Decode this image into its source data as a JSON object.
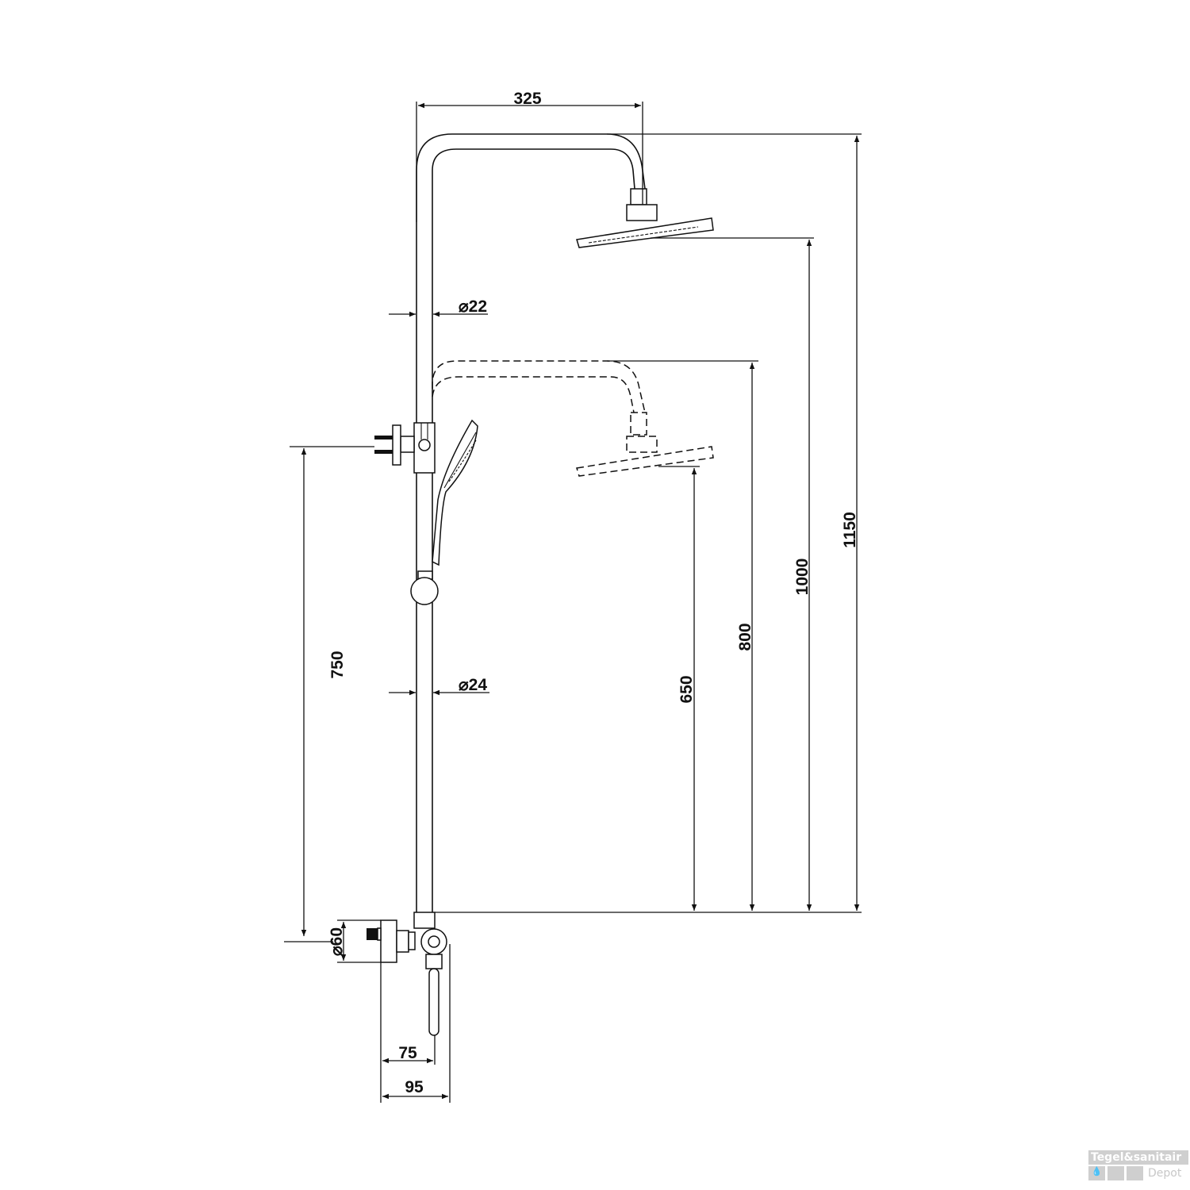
{
  "dimensions": {
    "arm_reach": "325",
    "upper_pipe_diameter": "⌀22",
    "lower_pipe_diameter": "⌀24",
    "wall_bracket_height": "750",
    "lower_head_height": "650",
    "lower_arm_height": "800",
    "upper_head_height": "1000",
    "total_height": "1150",
    "valve_diameter": "⌀60",
    "lever_projection": "75",
    "valve_projection": "95"
  },
  "watermark": {
    "line1": "Tegel&sanitair",
    "line2": "Depot",
    "icon": "water-drop-icon"
  },
  "colors": {
    "line": "#111111",
    "watermark": "#cfcfcf"
  }
}
